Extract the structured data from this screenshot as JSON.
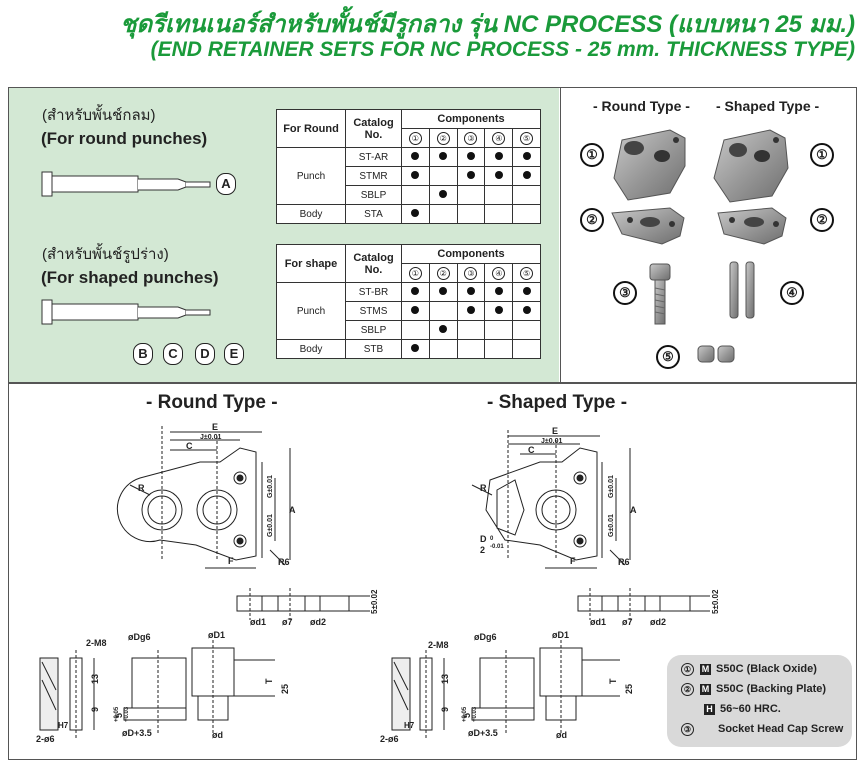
{
  "header": {
    "title_th": "ชุดรีเทนเนอร์สำหรับพั้นช์มีรูกลาง รุ่น NC PROCESS (แบบหนา 25 มม.)",
    "title_en": "(END RETAINER SETS FOR NC PROCESS - 25 mm. THICKNESS TYPE)"
  },
  "round_block": {
    "label_th": "(สำหรับพั้นช์กลม)",
    "label_en": "(For round punches)",
    "badge": "A",
    "table": {
      "col1": "For Round",
      "col2": "Catalog No.",
      "components": "Components",
      "nums": [
        "①",
        "②",
        "③",
        "④",
        "⑤"
      ],
      "group_punch": "Punch",
      "group_body": "Body",
      "rows": [
        {
          "catalog": "ST-AR",
          "marks": [
            true,
            true,
            true,
            true,
            true
          ]
        },
        {
          "catalog": "STMR",
          "marks": [
            true,
            false,
            true,
            true,
            true
          ]
        },
        {
          "catalog": "SBLP",
          "marks": [
            false,
            true,
            false,
            false,
            false
          ]
        },
        {
          "catalog": "STA",
          "marks": [
            true,
            false,
            false,
            false,
            false
          ]
        }
      ]
    }
  },
  "shape_block": {
    "label_th": "(สำหรับพั้นช์รูปร่าง)",
    "label_en": "(For shaped punches)",
    "badges": [
      "B",
      "C",
      "D",
      "E"
    ],
    "table": {
      "col1": "For shape",
      "col2": "Catalog No.",
      "components": "Components",
      "nums": [
        "①",
        "②",
        "③",
        "④",
        "⑤"
      ],
      "group_punch": "Punch",
      "group_body": "Body",
      "rows": [
        {
          "catalog": "ST-BR",
          "marks": [
            true,
            true,
            true,
            true,
            true
          ]
        },
        {
          "catalog": "STMS",
          "marks": [
            true,
            false,
            true,
            true,
            true
          ]
        },
        {
          "catalog": "SBLP",
          "marks": [
            false,
            true,
            false,
            false,
            false
          ]
        },
        {
          "catalog": "STB",
          "marks": [
            true,
            false,
            false,
            false,
            false
          ]
        }
      ]
    }
  },
  "photos": {
    "round_title": "- Round Type -",
    "shaped_title": "- Shaped Type -",
    "numbers": [
      "①",
      "②",
      "③",
      "④",
      "⑤"
    ]
  },
  "drawings": {
    "round_title": "- Round Type -",
    "shaped_title": "- Shaped Type -",
    "dims": {
      "E": "E",
      "J": "J±0.01",
      "C": "C",
      "R": "R",
      "G": "G±0.01",
      "A": "A",
      "F": "F",
      "R6": "R6",
      "D_frac": "D",
      "D_tol_top": "0",
      "D_tol_bot": "-0.01",
      "two": "2",
      "five": "5±0.02",
      "d1": "ød1",
      "d7": "ø7",
      "d2": "ød2",
      "M8": "2-M8",
      "Dg6": "øDg6",
      "D1": "øD1",
      "T": "T",
      "25": "25",
      "13": "13",
      "9": "9",
      "H7": "H7",
      "phi6": "2-ø6",
      "D35": "øD+3.5",
      "d": "ød",
      "five_small": "5",
      "tol005": "+0.05",
      "tol003": "+0.03"
    }
  },
  "legend": {
    "rows": [
      {
        "num": "①",
        "mark": "M",
        "text": "S50C (Black Oxide)"
      },
      {
        "num": "②",
        "mark": "M",
        "text": "S50C (Backing Plate)"
      },
      {
        "num": "",
        "mark": "H",
        "text": "56~60 HRC."
      },
      {
        "num": "③",
        "mark": "",
        "text": "Socket Head Cap Screw"
      }
    ]
  }
}
